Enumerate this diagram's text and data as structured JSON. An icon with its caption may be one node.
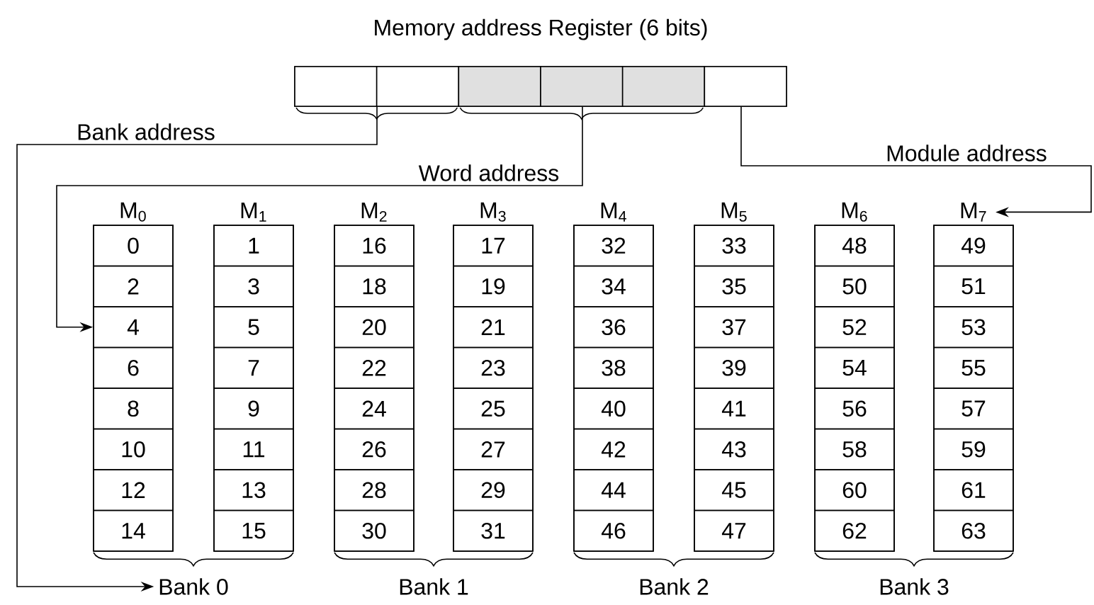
{
  "diagram": {
    "nodes": [
      {
        "text": [
          "Memory address Register (6 bits)"
        ]
      },
      {
        "text": [],
        "shape": "box",
        "in": 0
      },
      {
        "text": [],
        "shape": "box",
        "in": 0
      },
      {
        "text": [],
        "shape": "box",
        "in": 0
      },
      {
        "text": [],
        "shape": "box",
        "in": 0
      },
      {
        "text": [],
        "shape": "box",
        "in": 0
      },
      {
        "text": [],
        "shape": "box",
        "in": 0
      },
      {
        "text": [
          "M$_{0}$"
        ]
      },
      {
        "text": [
          "M$_{1}$"
        ]
      },
      {
        "text": [
          "M$_{2}$"
        ]
      },
      {
        "text": [
          "M$_{3}$"
        ]
      },
      {
        "text": [
          "M$_{4}$"
        ]
      },
      {
        "text": [
          "M$_{5}$"
        ]
      },
      {
        "text": [
          "M$_{6}$"
        ]
      },
      {
        "text": [
          "M$_{7}$"
        ]
      },
      {
        "text": [
          "0"
        ],
        "in": 7
      },
      {
        "text": [
          "2"
        ],
        "in": 7
      },
      {
        "text": [
          "4"
        ],
        "in": 7
      },
      {
        "text": [
          "6"
        ],
        "in": 7
      },
      {
        "text": [
          "8"
        ],
        "in": 7
      },
      {
        "text": [
          "10"
        ],
        "in": 7
      },
      {
        "text": [
          "12"
        ],
        "in": 7
      },
      {
        "text": [
          "14"
        ],
        "in": 7
      },
      {
        "text": [
          "1"
        ],
        "in": 8
      },
      {
        "text": [
          "3"
        ],
        "in": 8
      },
      {
        "text": [
          "5"
        ],
        "in": 8
      },
      {
        "text": [
          "7"
        ],
        "in": 8
      },
      {
        "text": [
          "9"
        ],
        "in": 8
      },
      {
        "text": [
          "11"
        ],
        "in": 8
      },
      {
        "text": [
          "13"
        ],
        "in": 8
      },
      {
        "text": [
          "15"
        ],
        "in": 8
      },
      {
        "text": [
          "16"
        ],
        "in": 9
      },
      {
        "text": [
          "18"
        ],
        "in": 9
      },
      {
        "text": [
          "20"
        ],
        "in": 9
      },
      {
        "text": [
          "22"
        ],
        "in": 9
      },
      {
        "text": [
          "24"
        ],
        "in": 9
      },
      {
        "text": [
          "26"
        ],
        "in": 9
      },
      {
        "text": [
          "28"
        ],
        "in": 9
      },
      {
        "text": [
          "30"
        ],
        "in": 9
      },
      {
        "text": [
          "17"
        ],
        "in": 10
      },
      {
        "text": [
          "19"
        ],
        "in": 10
      },
      {
        "text": [
          "21"
        ],
        "in": 10
      },
      {
        "text": [
          "23"
        ],
        "in": 10
      },
      {
        "text": [
          "25"
        ],
        "in": 10
      },
      {
        "text": [
          "27"
        ],
        "in": 10
      },
      {
        "text": [
          "29"
        ],
        "in": 10
      },
      {
        "text": [
          "31"
        ],
        "in": 10
      },
      {
        "text": [
          "32"
        ],
        "in": 11
      },
      {
        "text": [
          "34"
        ],
        "in": 11
      },
      {
        "text": [
          "36"
        ],
        "in": 11
      },
      {
        "text": [
          "38"
        ],
        "in": 11
      },
      {
        "text": [
          "40"
        ],
        "in": 11
      },
      {
        "text": [
          "42"
        ],
        "in": 11
      },
      {
        "text": [
          "44"
        ],
        "in": 11
      },
      {
        "text": [
          "46"
        ],
        "in": 11
      },
      {
        "text": [
          "33"
        ],
        "in": 12
      },
      {
        "text": [
          "35"
        ],
        "in": 12
      },
      {
        "text": [
          "37"
        ],
        "in": 12
      },
      {
        "text": [
          "39"
        ],
        "in": 12
      },
      {
        "text": [
          "41"
        ],
        "in": 12
      },
      {
        "text": [
          "43"
        ],
        "in": 12
      },
      {
        "text": [
          "45"
        ],
        "in": 12
      },
      {
        "text": [
          "47"
        ],
        "in": 12
      },
      {
        "text": [
          "48"
        ],
        "in": 13
      },
      {
        "text": [
          "50"
        ],
        "in": 13
      },
      {
        "text": [
          "52"
        ],
        "in": 13
      },
      {
        "text": [
          "54"
        ],
        "in": 13
      },
      {
        "text": [
          "56"
        ],
        "in": 13
      },
      {
        "text": [
          "58"
        ],
        "in": 13
      },
      {
        "text": [
          "60"
        ],
        "in": 13
      },
      {
        "text": [
          "62"
        ],
        "in": 13
      },
      {
        "text": [
          "49"
        ],
        "in": 14
      },
      {
        "text": [
          "51"
        ],
        "in": 14
      },
      {
        "text": [
          "53"
        ],
        "in": 14
      },
      {
        "text": [
          "55"
        ],
        "in": 14
      },
      {
        "text": [
          "57"
        ],
        "in": 14
      },
      {
        "text": [
          "59"
        ],
        "in": 14
      },
      {
        "text": [
          "61"
        ],
        "in": 14
      },
      {
        "text": [
          "63"
        ],
        "in": 14
      },
      {
        "text": [
          "Bank 0"
        ]
      },
      {
        "text": [
          "Bank 1"
        ]
      },
      {
        "text": [
          "Bank 2"
        ]
      },
      {
        "text": [
          "Bank 3"
        ]
      }
    ],
    "edges": [
      {
        "from": 0,
        "to": 79,
        "arrow": "to",
        "label": "Bank address"
      },
      {
        "from": 0,
        "to": 17,
        "arrow": "to",
        "label": "Word address"
      },
      {
        "from": 6,
        "to": 14,
        "arrow": "to",
        "label": "Module address"
      }
    ]
  }
}
